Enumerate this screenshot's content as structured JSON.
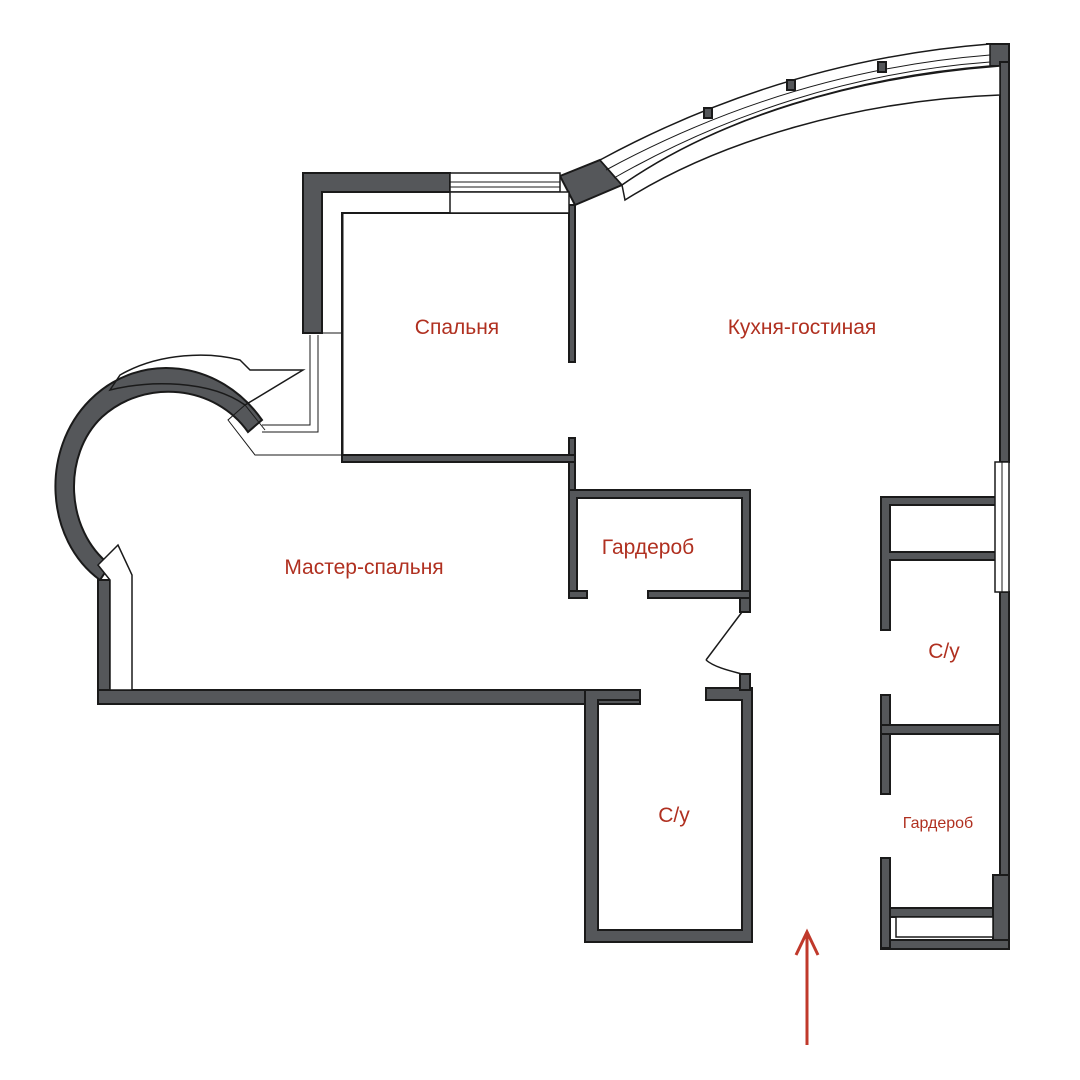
{
  "rooms": {
    "bedroom": "Спальня",
    "kitchen_living": "Кухня-гостиная",
    "master_bedroom": "Мастер-спальня",
    "wardrobe_main": "Гардероб",
    "bathroom_right": "С/у",
    "bathroom_bottom": "С/у",
    "wardrobe_small": "Гардероб"
  },
  "colors": {
    "wall": "#55575a",
    "outline": "#1a1a1a",
    "label": "#b03020",
    "arrow": "#c0392b"
  },
  "icons": {
    "entrance": "entrance-arrow-icon",
    "door": "door-swing-icon"
  }
}
